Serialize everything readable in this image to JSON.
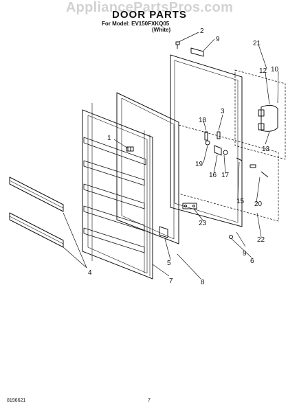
{
  "watermark": "AppliancePartsPros.com",
  "header": {
    "title": "DOOR PARTS",
    "model_line": "For Model: EV150FXKQ05",
    "color_line": "(White)"
  },
  "footer": {
    "doc_number": "8196621",
    "page_number": "7"
  },
  "callouts": [
    "1",
    "2",
    "3",
    "4",
    "5",
    "6",
    "7",
    "8",
    "9",
    "10",
    "12",
    "13",
    "13",
    "15",
    "16",
    "17",
    "18",
    "19",
    "20",
    "21",
    "22",
    "23"
  ]
}
